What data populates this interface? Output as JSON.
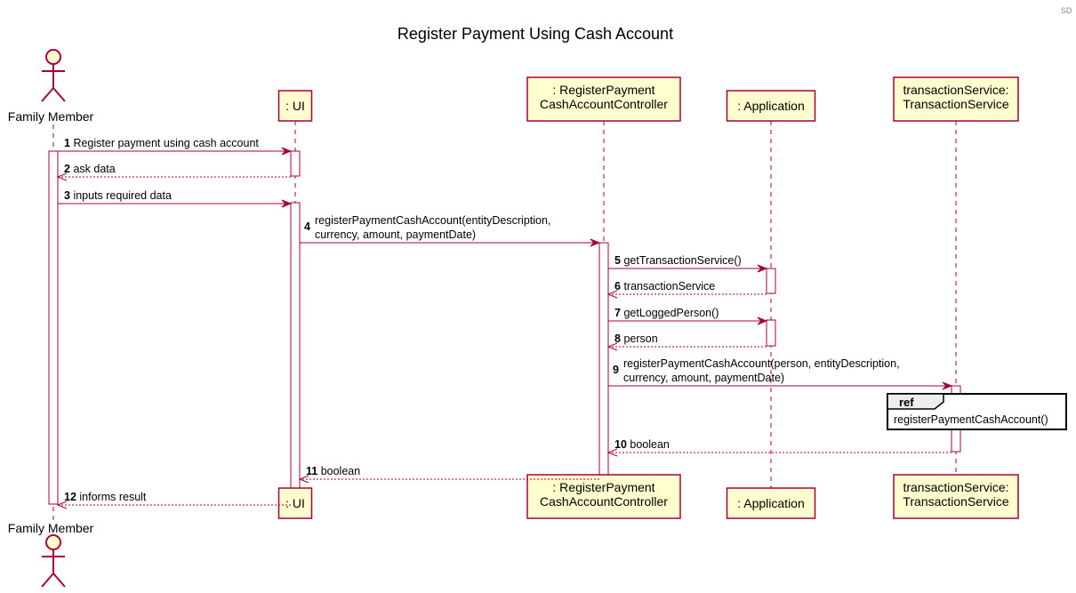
{
  "diagram": {
    "title": "Register Payment Using Cash Account",
    "corner_label": "SD",
    "participants": [
      {
        "id": "family-member",
        "kind": "actor",
        "lines": [
          "Family Member"
        ]
      },
      {
        "id": "ui",
        "kind": "participant",
        "lines": [
          ": UI"
        ]
      },
      {
        "id": "controller",
        "kind": "participant",
        "lines": [
          ": RegisterPayment",
          "CashAccountController"
        ]
      },
      {
        "id": "application",
        "kind": "participant",
        "lines": [
          ": Application"
        ]
      },
      {
        "id": "transaction-service",
        "kind": "participant",
        "lines": [
          "transactionService:",
          "TransactionService"
        ]
      }
    ],
    "messages": [
      {
        "number": "1",
        "from": "family-member",
        "to": "ui",
        "kind": "sync",
        "lines": [
          "Register payment using cash account"
        ]
      },
      {
        "number": "2",
        "from": "ui",
        "to": "family-member",
        "kind": "return",
        "lines": [
          "ask data"
        ]
      },
      {
        "number": "3",
        "from": "family-member",
        "to": "ui",
        "kind": "sync",
        "lines": [
          "inputs required data"
        ]
      },
      {
        "number": "4",
        "from": "ui",
        "to": "controller",
        "kind": "sync",
        "lines": [
          "registerPaymentCashAccount(entityDescription,",
          "currency, amount, paymentDate)"
        ]
      },
      {
        "number": "5",
        "from": "controller",
        "to": "application",
        "kind": "sync",
        "lines": [
          "getTransactionService()"
        ]
      },
      {
        "number": "6",
        "from": "application",
        "to": "controller",
        "kind": "return",
        "lines": [
          "transactionService"
        ]
      },
      {
        "number": "7",
        "from": "controller",
        "to": "application",
        "kind": "sync",
        "lines": [
          "getLoggedPerson()"
        ]
      },
      {
        "number": "8",
        "from": "application",
        "to": "controller",
        "kind": "return",
        "lines": [
          "person"
        ]
      },
      {
        "number": "9",
        "from": "controller",
        "to": "transaction-service",
        "kind": "sync",
        "lines": [
          "registerPaymentCashAccount(person, entityDescription,",
          "currency, amount, paymentDate)"
        ]
      },
      {
        "number": "10",
        "from": "transaction-service",
        "to": "controller",
        "kind": "return",
        "lines": [
          "boolean"
        ]
      },
      {
        "number": "11",
        "from": "controller",
        "to": "ui",
        "kind": "return",
        "lines": [
          "boolean"
        ]
      },
      {
        "number": "12",
        "from": "ui",
        "to": "family-member",
        "kind": "return",
        "lines": [
          "informs result"
        ]
      }
    ],
    "ref_fragment": {
      "tag": "ref",
      "text": "registerPaymentCashAccount()"
    }
  }
}
